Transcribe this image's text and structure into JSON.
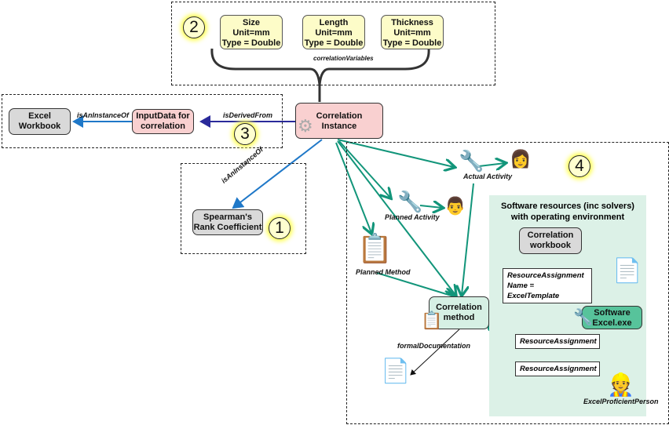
{
  "badges": [
    "1",
    "2",
    "3",
    "4"
  ],
  "variables": [
    {
      "name": "Size",
      "unit": "Unit=mm",
      "type": "Type = Double"
    },
    {
      "name": "Length",
      "unit": "Unit=mm",
      "type": "Type = Double"
    },
    {
      "name": "Thickness",
      "unit": "Unit=mm",
      "type": "Type = Double"
    }
  ],
  "nodes": {
    "correlation_instance": [
      "Correlation",
      "Instance"
    ],
    "input_data": [
      "InputData for",
      "correlation"
    ],
    "excel_workbook": [
      "Excel",
      "Workbook"
    ],
    "spearman": [
      "Spearman's",
      "Rank Coefficient"
    ],
    "correlation_method": [
      "Correlation",
      "method"
    ],
    "correlation_workbook": [
      "Correlation",
      "workbook"
    ],
    "software_excel": [
      "Software",
      "Excel.exe"
    ]
  },
  "edge_labels": {
    "correlation_variables": "correlationVariables",
    "is_derived_from": "isDerivedFrom",
    "is_an_instance_of_excel": "isAnInstanceOf",
    "is_an_instance_of_spearman": "isAnInstanceOf",
    "formal_documentation": "formalDocumentation",
    "actual_activity": "Actual Activity",
    "planned_activity": "Planned Activity",
    "planned_method": "Planned Method",
    "excel_proficient_person": "ExcelProficientPerson"
  },
  "resource_assignments": [
    [
      "ResourceAssignment",
      "Name = ExcelTemplate"
    ],
    [
      "ResourceAssignment"
    ],
    [
      "ResourceAssignment"
    ]
  ],
  "panel": {
    "title": [
      "Software resources (inc solvers)",
      "with operating environment"
    ]
  },
  "colors": {
    "green_arrow": "#12957a",
    "blue_arrow": "#1f78c8",
    "navy_arrow": "#2a2a9a",
    "panel": "#dcf1e7"
  }
}
